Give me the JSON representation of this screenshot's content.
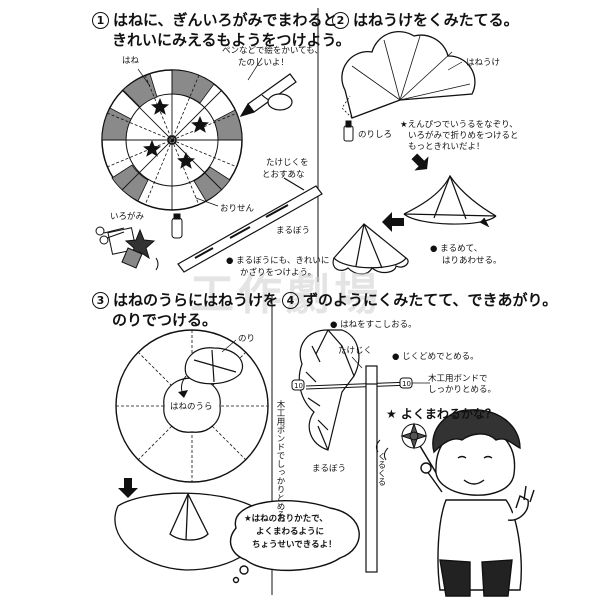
{
  "step1": {
    "number": "1",
    "title_line1": "はねに、ぎんいろがみでまわると",
    "title_line2": "きれいにみえるもようをつけよう。",
    "label_wing": "はね",
    "label_origami": "いろがみ",
    "label_fold_line": "おりせん",
    "callout_line1": "ペンなどで絵をかいても、",
    "callout_line2": "たのしいよ！",
    "label_hole": "たけじくを",
    "label_hole2": "とおすあな",
    "label_stick": "まるぼう",
    "note_line1": "● まるぼうにも、きれいに",
    "note_line2": "かざりをつけよう。"
  },
  "step2": {
    "number": "2",
    "title": "はねうけをくみたてる。",
    "label_receiver": "はねうけ",
    "label_glue_tab": "のりしろ",
    "tip_line1": "★えんぴつでいうるをなぞり、",
    "tip_line2": "いろがみで折りめをつけると",
    "tip_line3": "もっときれいだよ！",
    "note_line1": "● まるめて、",
    "note_line2": "はりあわせる。"
  },
  "step3": {
    "number": "3",
    "title_line1": "はねのうらにはねうけを",
    "title_line2": "のりでつける。",
    "label_glue": "のり",
    "label_back": "はねのうら",
    "bubble_line1": "★はねのおりかたで、",
    "bubble_line2": "よくまわるように",
    "bubble_line3": "ちょうせいできるよ！"
  },
  "step4": {
    "number": "4",
    "title": "ずのようにくみたてて、できあがり。",
    "note_fold": "● はねをすこしおる。",
    "label_bamboo": "たけじく",
    "label_stick": "まるぼう",
    "note_cap": "● じくどめでとめる。",
    "note_bond_line1": "木工用ボンドで",
    "note_bond_line2": "しっかりとめる。",
    "vertical_bond": "木工用ボンドでしっかりとめる。",
    "marker_a": "10",
    "marker_b": "10",
    "spin_question": "★ よくまわるかな？",
    "spin_sound": "くるくる"
  },
  "watermark": "工作劇場"
}
